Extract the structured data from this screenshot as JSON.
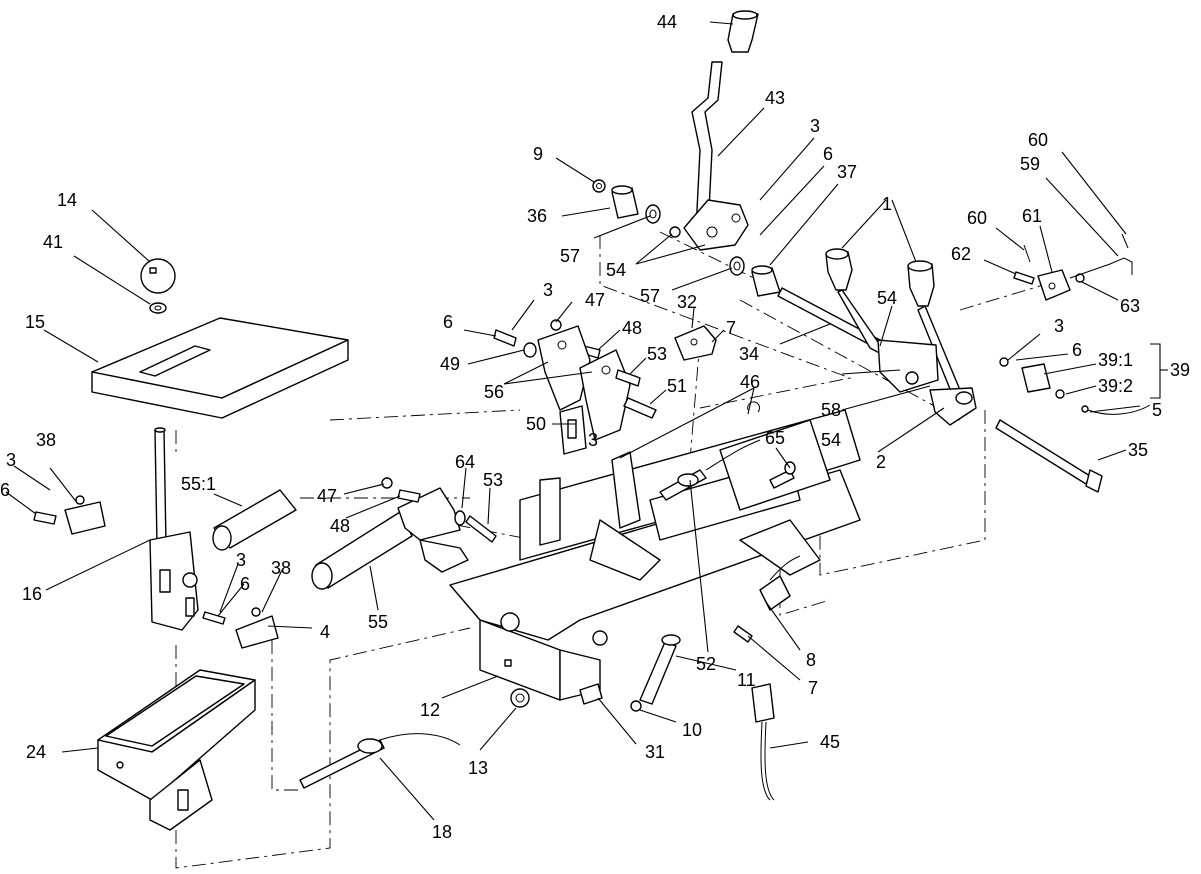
{
  "callouts": [
    {
      "id": "c44",
      "text": "44"
    },
    {
      "id": "c43",
      "text": "43"
    },
    {
      "id": "c3a",
      "text": "3"
    },
    {
      "id": "c6a",
      "text": "6"
    },
    {
      "id": "c37",
      "text": "37"
    },
    {
      "id": "c9",
      "text": "9"
    },
    {
      "id": "c36",
      "text": "36"
    },
    {
      "id": "c57a",
      "text": "57"
    },
    {
      "id": "c54a",
      "text": "54"
    },
    {
      "id": "c57b",
      "text": "57"
    },
    {
      "id": "c1",
      "text": "1"
    },
    {
      "id": "c60a",
      "text": "60"
    },
    {
      "id": "c59",
      "text": "59"
    },
    {
      "id": "c60b",
      "text": "60"
    },
    {
      "id": "c61",
      "text": "61"
    },
    {
      "id": "c62",
      "text": "62"
    },
    {
      "id": "c63",
      "text": "63"
    },
    {
      "id": "c14",
      "text": "14"
    },
    {
      "id": "c41",
      "text": "41"
    },
    {
      "id": "c15",
      "text": "15"
    },
    {
      "id": "c3b",
      "text": "3"
    },
    {
      "id": "c47a",
      "text": "47"
    },
    {
      "id": "c6b",
      "text": "6"
    },
    {
      "id": "c48a",
      "text": "48"
    },
    {
      "id": "c32",
      "text": "32"
    },
    {
      "id": "c7a",
      "text": "7"
    },
    {
      "id": "c49",
      "text": "49"
    },
    {
      "id": "c53a",
      "text": "53"
    },
    {
      "id": "c56",
      "text": "56"
    },
    {
      "id": "c51",
      "text": "51"
    },
    {
      "id": "c54b",
      "text": "54"
    },
    {
      "id": "c34",
      "text": "34"
    },
    {
      "id": "c3c",
      "text": "3"
    },
    {
      "id": "c6c",
      "text": "6"
    },
    {
      "id": "c39_1",
      "text": "39:1"
    },
    {
      "id": "c39",
      "text": "39"
    },
    {
      "id": "c39_2",
      "text": "39:2"
    },
    {
      "id": "c58",
      "text": "58"
    },
    {
      "id": "c46",
      "text": "46"
    },
    {
      "id": "c50",
      "text": "50"
    },
    {
      "id": "c54c",
      "text": "54"
    },
    {
      "id": "c5",
      "text": "5"
    },
    {
      "id": "c2",
      "text": "2"
    },
    {
      "id": "c35",
      "text": "35"
    },
    {
      "id": "c3d",
      "text": "3"
    },
    {
      "id": "c38a",
      "text": "38"
    },
    {
      "id": "c3e",
      "text": "3"
    },
    {
      "id": "c6d",
      "text": "6"
    },
    {
      "id": "c55_1",
      "text": "55:1"
    },
    {
      "id": "c64",
      "text": "64"
    },
    {
      "id": "c65",
      "text": "65"
    },
    {
      "id": "c47b",
      "text": "47"
    },
    {
      "id": "c53b",
      "text": "53"
    },
    {
      "id": "c48b",
      "text": "48"
    },
    {
      "id": "c16",
      "text": "16"
    },
    {
      "id": "c3f",
      "text": "3"
    },
    {
      "id": "c38b",
      "text": "38"
    },
    {
      "id": "c6e",
      "text": "6"
    },
    {
      "id": "c4",
      "text": "4"
    },
    {
      "id": "c55",
      "text": "55"
    },
    {
      "id": "c8",
      "text": "8"
    },
    {
      "id": "c7b",
      "text": "7"
    },
    {
      "id": "c52",
      "text": "52"
    },
    {
      "id": "c11",
      "text": "11"
    },
    {
      "id": "c12",
      "text": "12"
    },
    {
      "id": "c10",
      "text": "10"
    },
    {
      "id": "c31",
      "text": "31"
    },
    {
      "id": "c13",
      "text": "13"
    },
    {
      "id": "c45",
      "text": "45"
    },
    {
      "id": "c24",
      "text": "24"
    },
    {
      "id": "c18",
      "text": "18"
    }
  ]
}
